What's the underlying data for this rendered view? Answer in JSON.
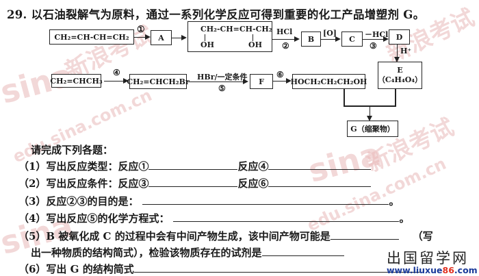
{
  "question": {
    "number": "29.",
    "stem": "以石油裂解气为原料，通过一系列化学反应可得到重要的化工产品增塑剂 G。"
  },
  "scheme": {
    "butadiene": "CH₂=CH-CH=CH₂",
    "step1": "①",
    "A": "A",
    "diol_top": "CH₂-CH=CH-CH₂",
    "diol_oh_left": "OH",
    "diol_oh_right": "OH",
    "step2_reagent": "HCl",
    "step2": "②",
    "B": "B",
    "oxidation_reagent": "[O]",
    "C": "C",
    "step3_reagent": "－HCl",
    "step3": "③",
    "D": "D",
    "acid_reagent": "H⁺",
    "E_label": "E",
    "E_formula": "（C₄H₄O₄）",
    "propene": "CH₂=CHCH₃",
    "step4": "④",
    "allyl_bromide": "CH₂=CHCH₂Br",
    "step5_reagent": "HBr/一定条件",
    "step5": "⑤",
    "F": "F",
    "step6": "⑥",
    "propanediol": "HOCH₂CH₂CH₂OH",
    "G_box": "G（缩聚物）"
  },
  "questions": {
    "intro": "请完成下列各题：",
    "q1_prefix": "（1）写出反应类型：反应①",
    "q1_mid": "反应④",
    "q2_prefix": "（2）写出反应条件：反应③",
    "q2_mid": "反应⑥",
    "q3": "（3）反应②③的目的是：",
    "q3_end": "。",
    "q4": "（4）写出反应⑤的化学方程式：",
    "q4_end": "。",
    "q5_line1": "（5）B 被氧化成 C 的过程中会有中间产物生成，该中间产物可能是",
    "q5_line1_end": "（写",
    "q5_line2": "出一种物质的结构简式），检验该物质存在的试剂是",
    "q6": "（6）写出 G 的结构简式"
  },
  "watermarks": {
    "sina": "sina",
    "xinlang_kaoshi": "新浪考试",
    "edu_sina": "edu.sina.com.cn"
  },
  "branding": {
    "name": "出国留学网",
    "url_prefix": "www.liuxue",
    "url_highlight": "86",
    "url_suffix": ".com"
  }
}
